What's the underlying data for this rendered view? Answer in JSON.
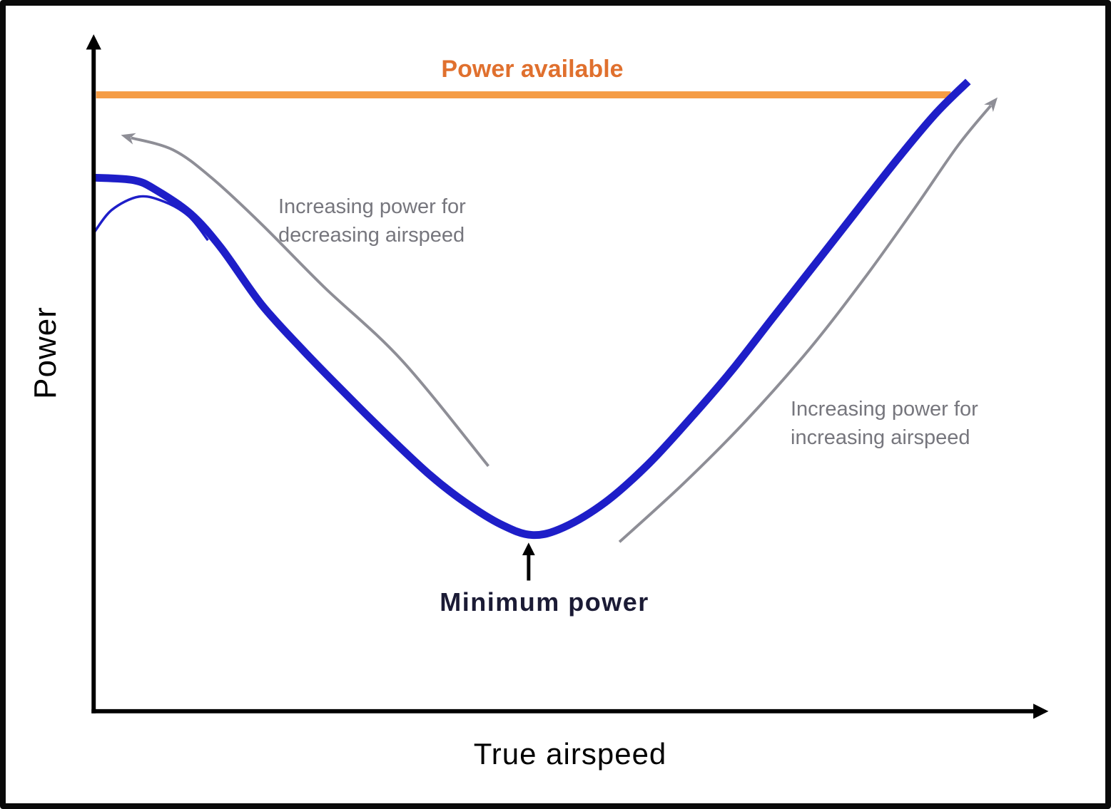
{
  "chart_data": {
    "type": "line",
    "title": "",
    "xlabel": "True airspeed",
    "ylabel": "Power",
    "axes": {
      "numeric_ticks": false,
      "arrowheads": true,
      "grid": false
    },
    "coords_note": "points are [x,y] fractions of the plot area, origin at bottom-left of axes",
    "series": [
      {
        "id": "power-available-line",
        "label": "Power available",
        "color": "#f59c45",
        "stroke_width": 10,
        "points": [
          [
            0.002,
            0.978
          ],
          [
            0.98,
            0.978
          ]
        ]
      },
      {
        "id": "power-required-curve",
        "label": "",
        "color": "#1e1ec8",
        "stroke_width": 11,
        "points": [
          [
            0.0,
            0.847
          ],
          [
            0.045,
            0.843
          ],
          [
            0.07,
            0.828
          ],
          [
            0.11,
            0.79
          ],
          [
            0.145,
            0.736
          ],
          [
            0.191,
            0.647
          ],
          [
            0.239,
            0.574
          ],
          [
            0.287,
            0.506
          ],
          [
            0.336,
            0.439
          ],
          [
            0.384,
            0.377
          ],
          [
            0.424,
            0.334
          ],
          [
            0.465,
            0.299
          ],
          [
            0.501,
            0.282
          ],
          [
            0.537,
            0.294
          ],
          [
            0.585,
            0.334
          ],
          [
            0.634,
            0.394
          ],
          [
            0.682,
            0.466
          ],
          [
            0.73,
            0.543
          ],
          [
            0.778,
            0.628
          ],
          [
            0.827,
            0.714
          ],
          [
            0.875,
            0.799
          ],
          [
            0.923,
            0.883
          ],
          [
            0.964,
            0.95
          ],
          [
            1.0,
            0.999
          ]
        ]
      },
      {
        "id": "power-required-sketch-line",
        "label": "",
        "color": "#1e1ec8",
        "stroke_width": 3.5,
        "points": [
          [
            0.0,
            0.761
          ],
          [
            0.02,
            0.796
          ],
          [
            0.051,
            0.817
          ],
          [
            0.08,
            0.809
          ],
          [
            0.108,
            0.786
          ],
          [
            0.13,
            0.748
          ]
        ]
      }
    ],
    "annotations": [
      {
        "id": "minimum-power-arrow",
        "label": "Minimum power",
        "shape": "straight-arrow",
        "color": "#000000",
        "stroke_width": 5,
        "points": [
          [
            0.497,
            0.21
          ],
          [
            0.497,
            0.254
          ]
        ]
      },
      {
        "id": "decreasing-airspeed-arrow",
        "label": "Increasing power for\ndecreasing airspeed",
        "shape": "curved-arrow",
        "color": "#8e8e96",
        "stroke_width": 4,
        "points": [
          [
            0.451,
            0.391
          ],
          [
            0.352,
            0.558
          ],
          [
            0.263,
            0.674
          ],
          [
            0.191,
            0.774
          ],
          [
            0.134,
            0.847
          ],
          [
            0.09,
            0.891
          ],
          [
            0.042,
            0.91
          ]
        ]
      },
      {
        "id": "increasing-airspeed-arrow",
        "label": "Increasing power for\nincreasing airspeed",
        "shape": "curved-arrow",
        "color": "#8e8e96",
        "stroke_width": 4,
        "points": [
          [
            0.601,
            0.271
          ],
          [
            0.674,
            0.363
          ],
          [
            0.746,
            0.463
          ],
          [
            0.819,
            0.577
          ],
          [
            0.883,
            0.691
          ],
          [
            0.939,
            0.799
          ],
          [
            0.988,
            0.897
          ],
          [
            1.026,
            0.961
          ]
        ]
      }
    ],
    "colors": {
      "power_required_blue": "#1e1ec8",
      "power_available_orange": "#f59c45",
      "power_available_text_orange": "#e0702e",
      "annotation_arrow_gray": "#8e8e96",
      "annotation_text_gray": "#76767d",
      "minimum_power_text": "#1b1b35",
      "axis_black": "#000000",
      "frame_border": "#0a0a0a",
      "background": "#ffffff"
    }
  }
}
